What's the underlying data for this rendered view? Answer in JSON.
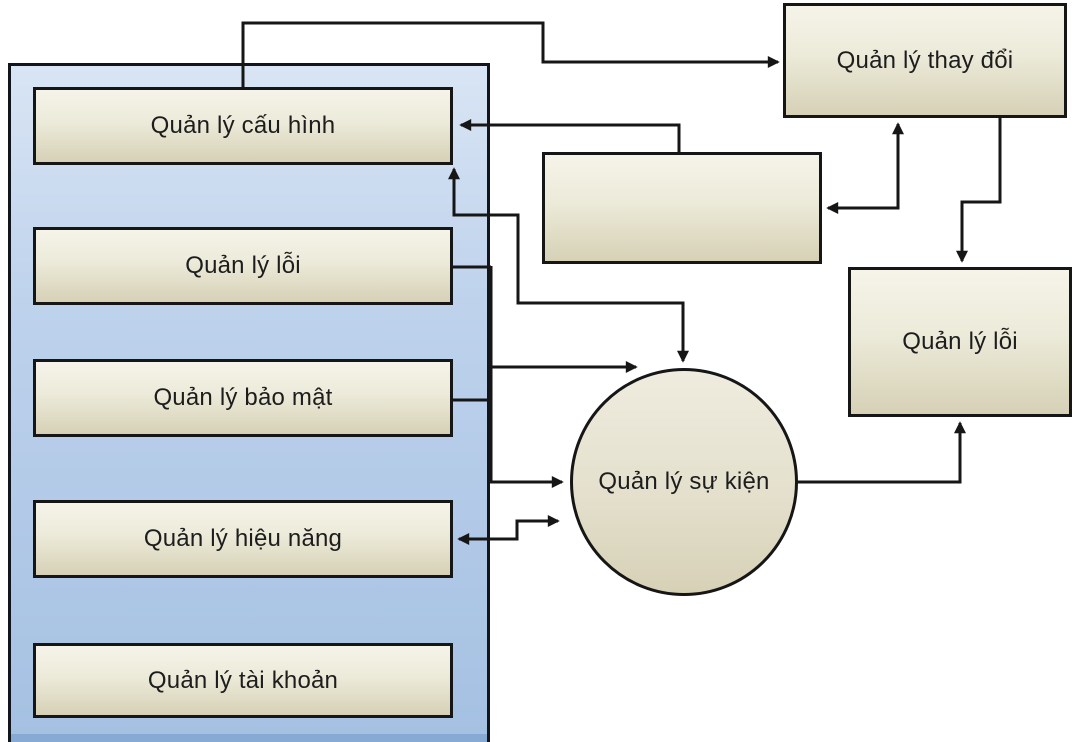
{
  "diagram": {
    "title": "",
    "nodes": {
      "config": {
        "label": "Quản lý cấu hình",
        "shape": "rect"
      },
      "error_left": {
        "label": "Quản lý lỗi",
        "shape": "rect"
      },
      "security": {
        "label": "Quản lý bảo mật",
        "shape": "rect"
      },
      "performance": {
        "label": "Quản lý hiệu năng",
        "shape": "rect"
      },
      "account": {
        "label": "Quản lý tài khoản",
        "shape": "rect"
      },
      "change": {
        "label": "Quản lý thay đổi",
        "shape": "rect"
      },
      "blank": {
        "label": "",
        "shape": "rect"
      },
      "error_right": {
        "label": "Quản lý lỗi",
        "shape": "rect"
      },
      "event": {
        "label": "Quản lý sự kiện",
        "shape": "circle"
      }
    },
    "edges": [
      {
        "id": "config-to-change",
        "from": "config",
        "to": "change",
        "bidirectional": false
      },
      {
        "id": "blank-to-config",
        "from": "blank",
        "to": "config",
        "bidirectional": false
      },
      {
        "id": "config-event",
        "from": "config",
        "to": "event",
        "bidirectional": true
      },
      {
        "id": "error-left-to-event",
        "from": "error_left",
        "to": "event",
        "bidirectional": false
      },
      {
        "id": "security-to-event",
        "from": "security",
        "to": "event",
        "bidirectional": false
      },
      {
        "id": "performance-event",
        "from": "performance",
        "to": "event",
        "bidirectional": true
      },
      {
        "id": "blank-change",
        "from": "blank",
        "to": "change",
        "bidirectional": true
      },
      {
        "id": "change-to-error-right",
        "from": "change",
        "to": "error_right",
        "bidirectional": false
      },
      {
        "id": "event-to-error-right",
        "from": "event",
        "to": "error_right",
        "bidirectional": false
      }
    ]
  },
  "palette": {
    "line": "#161616",
    "box_fill_top": "#f6f4e9",
    "box_fill_bottom": "#d6d1b6",
    "panel_fill_top": "#d9e5f4",
    "panel_fill_bottom": "#a4c0e2",
    "panel_bottom_band": "#86aad4",
    "bg": "#ffffff",
    "text": "#1d1d1d"
  }
}
